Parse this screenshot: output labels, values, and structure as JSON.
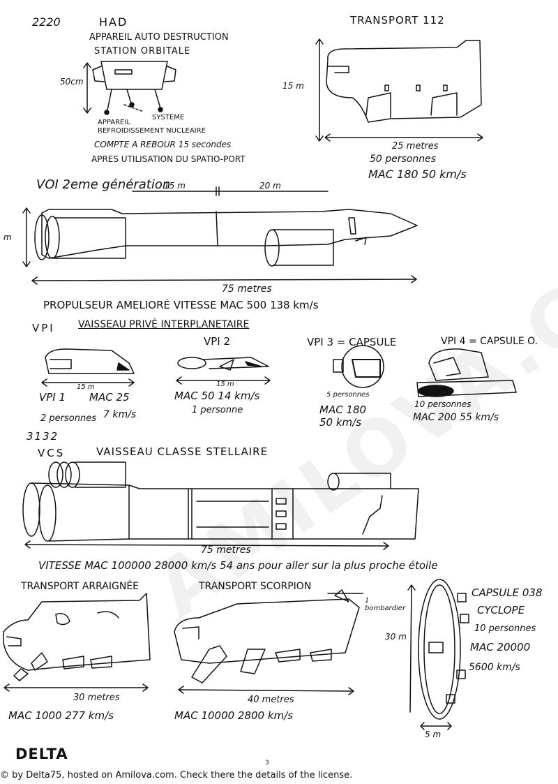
{
  "watermark": "AMILOVA.COM",
  "had": {
    "year": "2220",
    "name": "HAD",
    "desc1": "APPAREIL AUTO DESTRUCTION",
    "desc2": "STATION ORBITALE",
    "height": "50cm",
    "label_left1": "APPAREIL",
    "label_left2": "REFROIDISSEMENT NUCLEAIRE",
    "label_right": "SYSTEME",
    "note1": "COMPTE A REBOUR 15 secondes",
    "note2": "APRES UTILISATION DU SPATIO-PORT"
  },
  "transport112": {
    "name": "TRANSPORT 112",
    "height": "15 m",
    "length": "25 metres",
    "capacity": "50 personnes",
    "speed": "MAC 180  50 km/s"
  },
  "voi": {
    "name": "VOI 2eme génération",
    "dim1": "15 m",
    "dim2": "20 m",
    "height": "m",
    "length": "75 metres",
    "caption": "PROPULSEUR AMELIORÉ    VITESSE  MAC 500     138 km/s"
  },
  "vpi": {
    "heading_abbr": "VPI",
    "heading_full": "VAISSEAU PRIVÉ INTERPLANETAIRE",
    "ship1": {
      "name": "VPI 1",
      "dim": "15 m",
      "speed1": "MAC 25",
      "people": "2 personnes",
      "speed2": "7 km/s"
    },
    "ship2": {
      "name": "VPI 2",
      "dim": "15 m",
      "speed": "MAC 50  14 km/s",
      "people": "1 personne"
    },
    "ship3": {
      "name": "VPI 3 = CAPSULE",
      "people": "5 personnes",
      "speed1": "MAC 180",
      "speed2": "50 km/s"
    },
    "ship4": {
      "name": "VPI 4 = CAPSULE O.",
      "people": "10 personnes",
      "speed": "MAC 200  55 km/s"
    }
  },
  "vcs": {
    "year": "3132",
    "abbr": "VCS",
    "full": "VAISSEAU CLASSE STELLAIRE",
    "length": "75 metres",
    "caption": "VITESSE  MAC 100000    28000 km/s    54 ans pour aller sur la plus proche étoile"
  },
  "araignee": {
    "name": "TRANSPORT ARRAIGNÉE",
    "length": "30 metres",
    "speed": "MAC 1000   277 km/s"
  },
  "scorpion": {
    "name": "TRANSPORT SCORPION",
    "bomber": "1 bombardier",
    "length": "40 metres",
    "speed": "MAC 10000   2800 km/s"
  },
  "capsule038": {
    "line1": "CAPSULE 038",
    "line2": "CYCLOPE",
    "line3": "10 personnes",
    "line4": "MAC 20000",
    "line5": "5600 km/s",
    "height": "30 m",
    "width": "5 m"
  },
  "footer": {
    "logo": "DELTA",
    "page": "3",
    "credit": "© by Delta75, hosted on Amilova.com. Check there the details of the license."
  }
}
